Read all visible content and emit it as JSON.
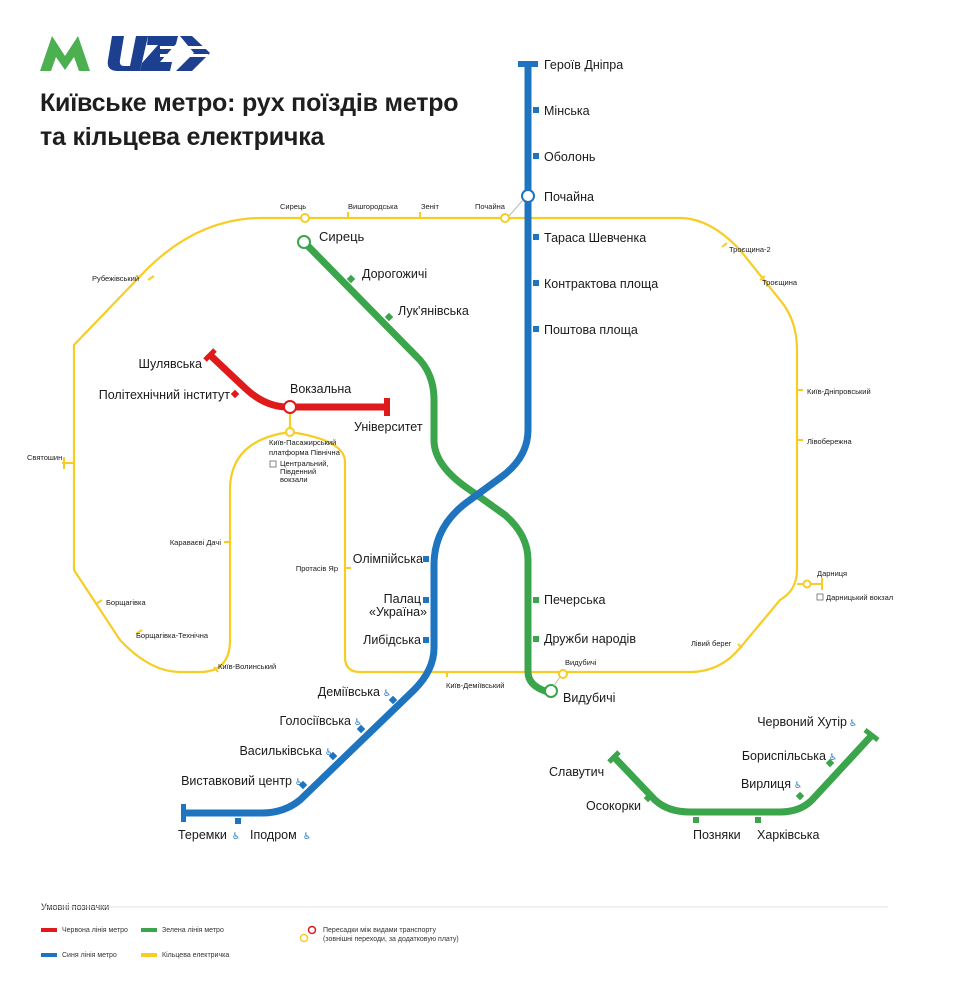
{
  "title_line1": "Київське метро: рух поїздів метро",
  "title_line2": "та кільцева електричка",
  "colors": {
    "red": "#e0191b",
    "blue": "#1f74bf",
    "green": "#3aa54a",
    "yellow": "#f7cd25",
    "metro_logo": "#4caf50",
    "uz_logo": "#1d3f8f"
  },
  "blue_stations": {
    "heroiv_dnipra": "Героїв Дніпра",
    "minska": "Мінська",
    "obolon": "Оболонь",
    "pochaina": "Почайна",
    "tarasa_shevchenka": "Тараса Шевченка",
    "kontraktova": "Контрактова площа",
    "poshtova": "Поштова площа",
    "olimpiiska": "Олімпійська",
    "palats_1": "Палац",
    "palats_2": "«Україна»",
    "lybidska": "Либідська",
    "demiivska": "Деміївська",
    "holosiivska": "Голосіївська",
    "vasylkivska": "Васильківська",
    "vystavkovyi": "Виставковий центр",
    "teremky": "Теремки",
    "ipodrom": "Іподром"
  },
  "green_stations": {
    "syrets": "Сирець",
    "dorohozhychi": "Дорогожичі",
    "lukianivska": "Лук'янівська",
    "pecherska": "Печерська",
    "druzhby": "Дружби народів",
    "vydubychi": "Видубичі",
    "slavutych": "Славутич",
    "osokorky": "Осокорки",
    "pozniaky": "Позняки",
    "kharkivska": "Харківська",
    "vyrlytsia": "Вирлиця",
    "boryspilska": "Бориспільська",
    "chervonyi_khutir": "Червоний Хутір"
  },
  "red_stations": {
    "shuliavska": "Шулявська",
    "politekhnichnyi": "Політехнічний інститут",
    "vokzalna": "Вокзальна",
    "universytet": "Університет"
  },
  "ring_stations": {
    "syrets": "Сирець",
    "vyshhorodska": "Вишгородська",
    "zenit": "Зеніт",
    "pochaina": "Почайна",
    "troieshchyna2": "Троєщина-2",
    "troieshchyna": "Троєщина",
    "rubezhivskyi": "Рубежівський",
    "kyiv_dniprovskyi": "Київ-Дніпровський",
    "livoberezhna": "Лівобережна",
    "sviatoshyn": "Святошин",
    "pasazhyrskyi_1": "Київ-Пасажирський",
    "pasazhyrskyi_2": "платформа Північна",
    "vokzaly_1": "Центральний,",
    "vokzaly_2": "Південний",
    "vokzaly_3": "вокзали",
    "karavaievi": "Караваєві Дачі",
    "protasiv": "Протасів Яр",
    "darnytsia": "Дарниця",
    "darnytskyi_vokzal": "Дарницький вокзал",
    "borshchahivka": "Борщагівка",
    "borshchahivka_tekhnichna": "Борщагівка-Технічна",
    "livyi_bereh": "Лівий берег",
    "kyiv_volynskyi": "Київ-Волинський",
    "vydubychi": "Видубичі",
    "kyiv_demiivskyi": "Київ-Деміївський"
  },
  "legend": {
    "heading": "Умовні позначки",
    "red_line": "Червона лінія метро",
    "green_line": "Зелена лінія метро",
    "blue_line": "Синя лінія метро",
    "ring": "Кільцева електричка",
    "transfers_1": "Пересадки між видами транспорту",
    "transfers_2": "(зовнішні переходи, за додатковую плату)"
  }
}
